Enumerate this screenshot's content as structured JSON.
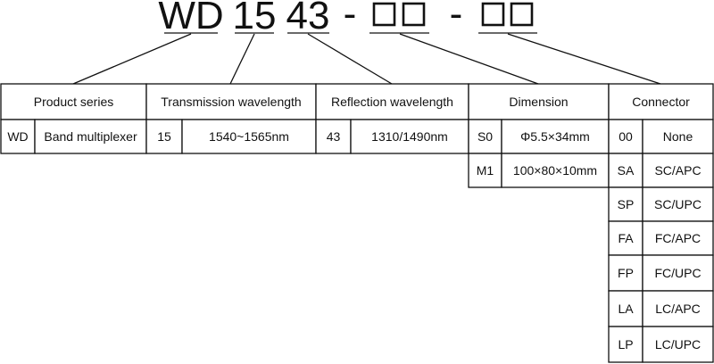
{
  "code": {
    "prefix": "WD",
    "transmission": "15",
    "reflection": "43",
    "dash1": "-",
    "dash2": "-"
  },
  "table": {
    "headers": [
      "Product series",
      "Transmission wavelength",
      "Reflection wavelength",
      "Dimension",
      "Connector"
    ],
    "product_series": [
      {
        "code": "WD",
        "desc": "Band multiplexer"
      }
    ],
    "transmission_wavelength": [
      {
        "code": "15",
        "desc": "1540~1565nm"
      }
    ],
    "reflection_wavelength": [
      {
        "code": "43",
        "desc": "1310/1490nm"
      }
    ],
    "dimension": [
      {
        "code": "S0",
        "desc": "Φ5.5×34mm"
      },
      {
        "code": "M1",
        "desc": "100×80×10mm"
      }
    ],
    "connector": [
      {
        "code": "00",
        "desc": "None"
      },
      {
        "code": "SA",
        "desc": "SC/APC"
      },
      {
        "code": "SP",
        "desc": "SC/UPC"
      },
      {
        "code": "FA",
        "desc": "FC/APC"
      },
      {
        "code": "FP",
        "desc": "FC/UPC"
      },
      {
        "code": "LA",
        "desc": "LC/APC"
      },
      {
        "code": "LP",
        "desc": "LC/UPC"
      }
    ]
  }
}
